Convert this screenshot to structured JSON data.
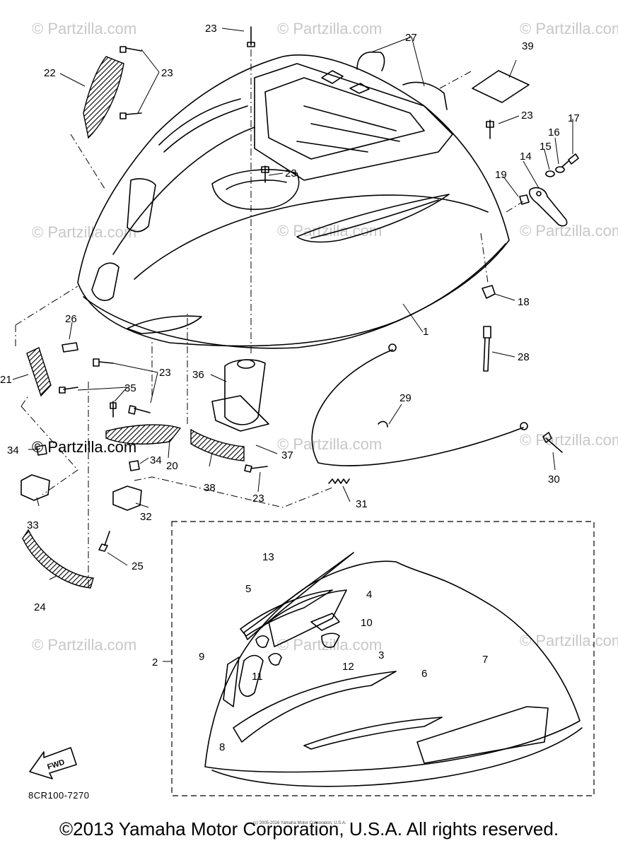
{
  "diagram": {
    "watermark": "© Partzilla.com",
    "watermark_inline": "© Partzilla.com",
    "callouts": {
      "c1": "1",
      "c2": "2",
      "c3": "3",
      "c4": "4",
      "c5": "5",
      "c6": "6",
      "c7": "7",
      "c8": "8",
      "c9": "9",
      "c10": "10",
      "c11": "11",
      "c12": "12",
      "c13": "13",
      "c14": "14",
      "c15": "15",
      "c16": "16",
      "c17": "17",
      "c18": "18",
      "c19": "19",
      "c20": "20",
      "c21": "21",
      "c22": "22",
      "c23": "23",
      "c24": "24",
      "c25": "25",
      "c26": "26",
      "c27": "27",
      "c28": "28",
      "c29": "29",
      "c30": "30",
      "c31": "31",
      "c32": "32",
      "c33": "33",
      "c34": "34",
      "c35": "35",
      "c36": "36",
      "c37": "37",
      "c38": "38",
      "c39": "39"
    },
    "fwd_label": "FWD",
    "diagram_code": "8CR100-7270"
  },
  "footer": {
    "copyright": "©2013 Yamaha Motor Corporation, U.S.A. All rights reserved.",
    "small_copyright": "(c) 2005-2016 Yamaha Motor Corporation, U.S.A."
  }
}
